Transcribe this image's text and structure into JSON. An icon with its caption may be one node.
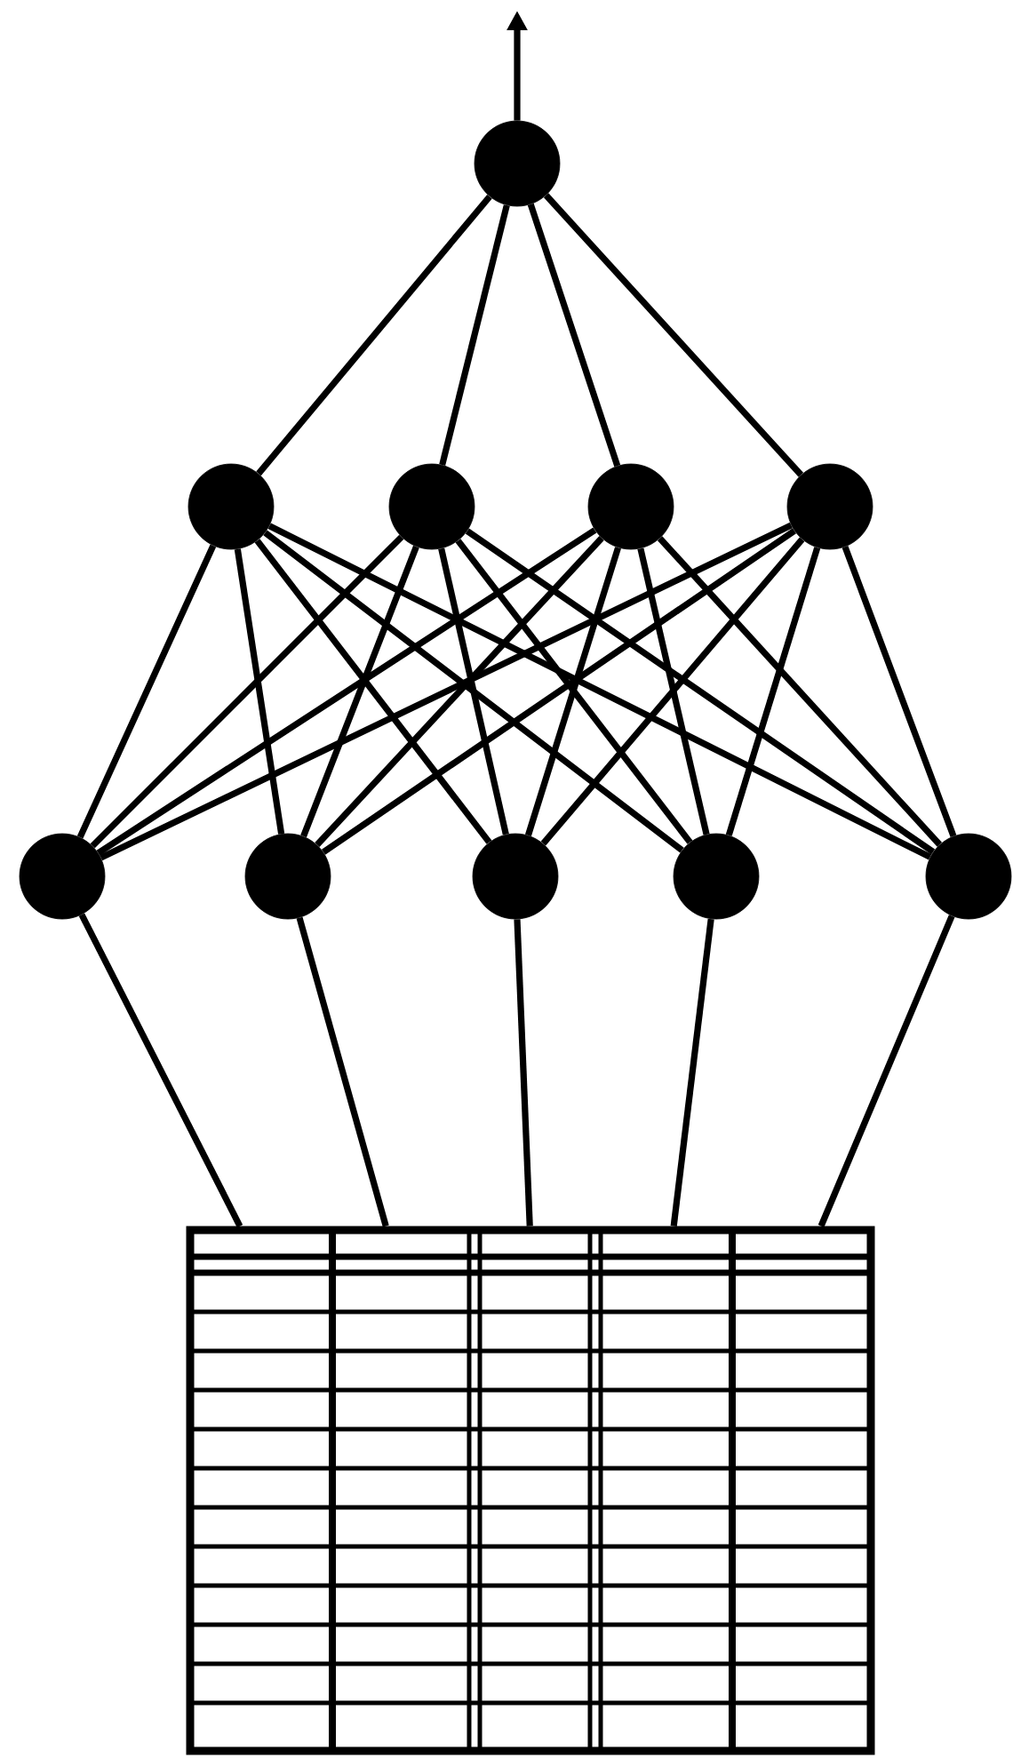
{
  "diagram": {
    "nodes": [
      {
        "text": [],
        "shape": "circle"
      },
      {
        "text": [],
        "shape": "circle"
      },
      {
        "text": [],
        "shape": "circle"
      },
      {
        "text": [],
        "shape": "circle"
      },
      {
        "text": [],
        "shape": "circle"
      },
      {
        "text": [],
        "shape": "circle"
      },
      {
        "text": [],
        "shape": "circle"
      },
      {
        "text": [],
        "shape": "circle"
      },
      {
        "text": [],
        "shape": "circle"
      },
      {
        "text": [],
        "shape": "circle"
      },
      {
        "text": [],
        "shape": "table"
      }
    ],
    "edges": [
      {
        "from": 0,
        "to": null,
        "arrow": "to"
      },
      {
        "from": 1,
        "to": 0,
        "arrow": "none"
      },
      {
        "from": 2,
        "to": 0,
        "arrow": "none"
      },
      {
        "from": 3,
        "to": 0,
        "arrow": "none"
      },
      {
        "from": 4,
        "to": 0,
        "arrow": "none"
      },
      {
        "from": 5,
        "to": 1,
        "arrow": "none"
      },
      {
        "from": 5,
        "to": 2,
        "arrow": "none"
      },
      {
        "from": 5,
        "to": 3,
        "arrow": "none"
      },
      {
        "from": 5,
        "to": 4,
        "arrow": "none"
      },
      {
        "from": 6,
        "to": 1,
        "arrow": "none"
      },
      {
        "from": 6,
        "to": 2,
        "arrow": "none"
      },
      {
        "from": 6,
        "to": 3,
        "arrow": "none"
      },
      {
        "from": 6,
        "to": 4,
        "arrow": "none"
      },
      {
        "from": 7,
        "to": 1,
        "arrow": "none"
      },
      {
        "from": 7,
        "to": 2,
        "arrow": "none"
      },
      {
        "from": 7,
        "to": 3,
        "arrow": "none"
      },
      {
        "from": 7,
        "to": 4,
        "arrow": "none"
      },
      {
        "from": 8,
        "to": 1,
        "arrow": "none"
      },
      {
        "from": 8,
        "to": 2,
        "arrow": "none"
      },
      {
        "from": 8,
        "to": 3,
        "arrow": "none"
      },
      {
        "from": 8,
        "to": 4,
        "arrow": "none"
      },
      {
        "from": 9,
        "to": 1,
        "arrow": "none"
      },
      {
        "from": 9,
        "to": 2,
        "arrow": "none"
      },
      {
        "from": 9,
        "to": 3,
        "arrow": "none"
      },
      {
        "from": 9,
        "to": 4,
        "arrow": "none"
      },
      {
        "from": 10,
        "to": 5,
        "arrow": "none"
      },
      {
        "from": 10,
        "to": 6,
        "arrow": "none"
      },
      {
        "from": 10,
        "to": 7,
        "arrow": "none"
      },
      {
        "from": 10,
        "to": 8,
        "arrow": "none"
      },
      {
        "from": 10,
        "to": 9,
        "arrow": "none"
      }
    ]
  }
}
